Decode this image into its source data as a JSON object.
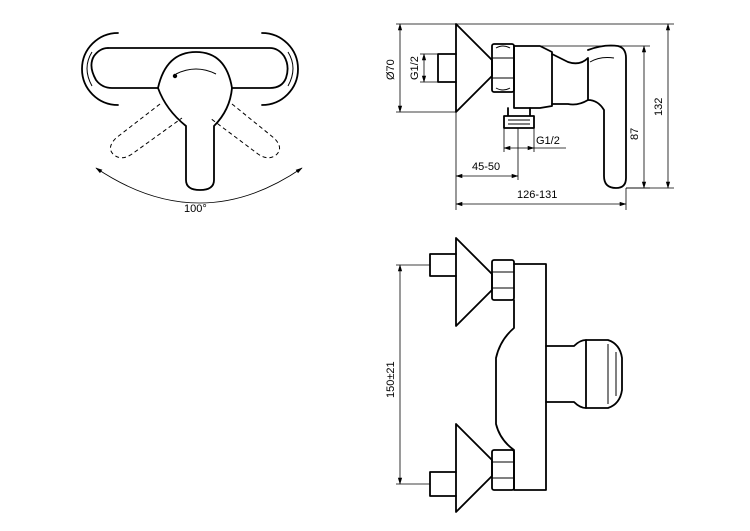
{
  "dimensions": {
    "rotation_angle": "100°",
    "diameter": "Ø70",
    "thread_inlet": "G1/2",
    "thread_outlet": "G1/2",
    "offset_depth": "45-50",
    "total_depth": "126-131",
    "handle_height": "87",
    "total_height": "132",
    "center_distance": "150±21"
  }
}
